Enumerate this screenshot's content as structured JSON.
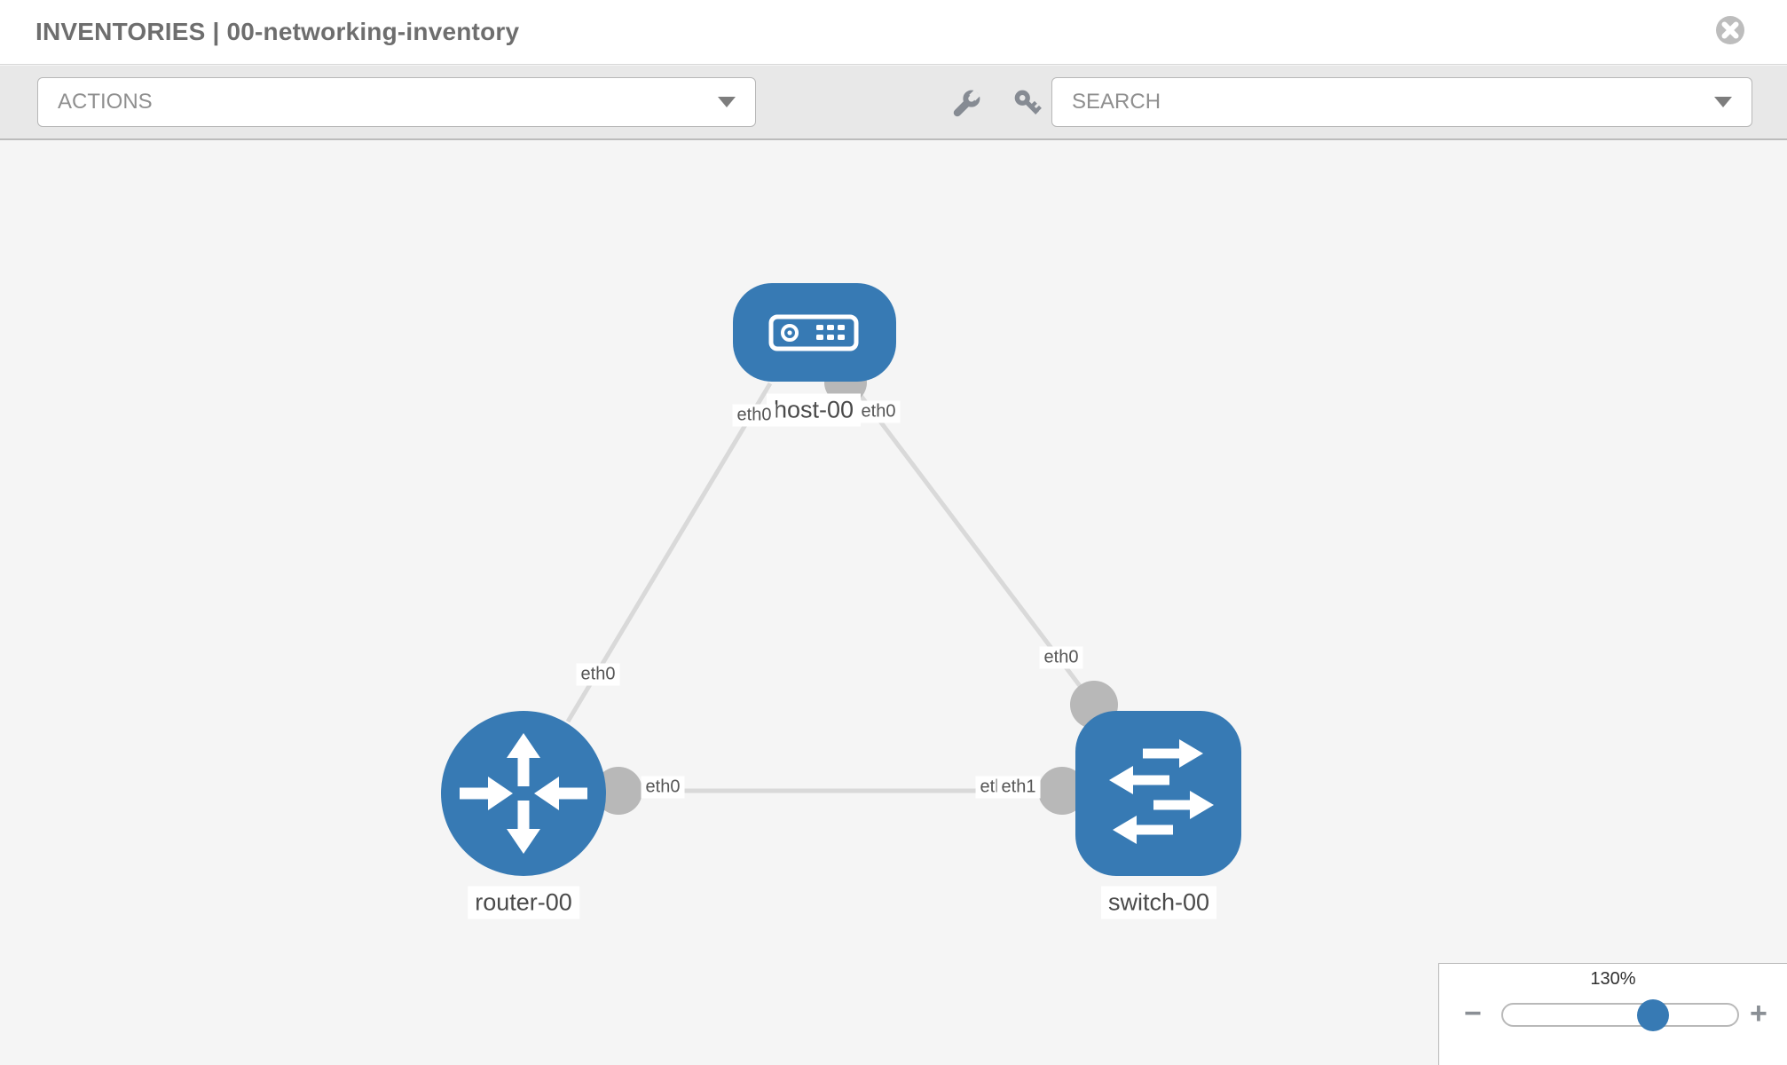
{
  "header": {
    "title": "INVENTORIES | 00-networking-inventory",
    "close_icon": "close-icon"
  },
  "toolbar": {
    "actions_placeholder": "ACTIONS",
    "search_placeholder": "SEARCH",
    "icons": [
      "wrench-icon",
      "key-icon",
      "caret-down-icon"
    ]
  },
  "diagram": {
    "nodes": [
      {
        "id": "host-00",
        "type": "host",
        "label": "host-00",
        "icon": "host-icon"
      },
      {
        "id": "router-00",
        "type": "router",
        "label": "router-00",
        "icon": "router-icon"
      },
      {
        "id": "switch-00",
        "type": "switch",
        "label": "switch-00",
        "icon": "switch-icon"
      }
    ],
    "links": [
      {
        "from": "host-00",
        "to": "router-00",
        "from_if": "eth0",
        "to_if": "eth0"
      },
      {
        "from": "host-00",
        "to": "switch-00",
        "from_if": "eth0",
        "to_if": "eth0"
      },
      {
        "from": "router-00",
        "to": "switch-00",
        "from_if": "eth0",
        "to_if": "eth1",
        "to_if_hidden": "eth0"
      }
    ]
  },
  "zoom_panel": {
    "level": "130%",
    "minus": "−",
    "plus": "+",
    "knob_percent": 64
  },
  "colors": {
    "node_blue": "#377ab4",
    "link_gray": "#d9d9d9",
    "dot_gray": "#b8b8b8",
    "toolbar_bg": "#e8e8e8",
    "canvas_bg": "#f5f5f5"
  }
}
